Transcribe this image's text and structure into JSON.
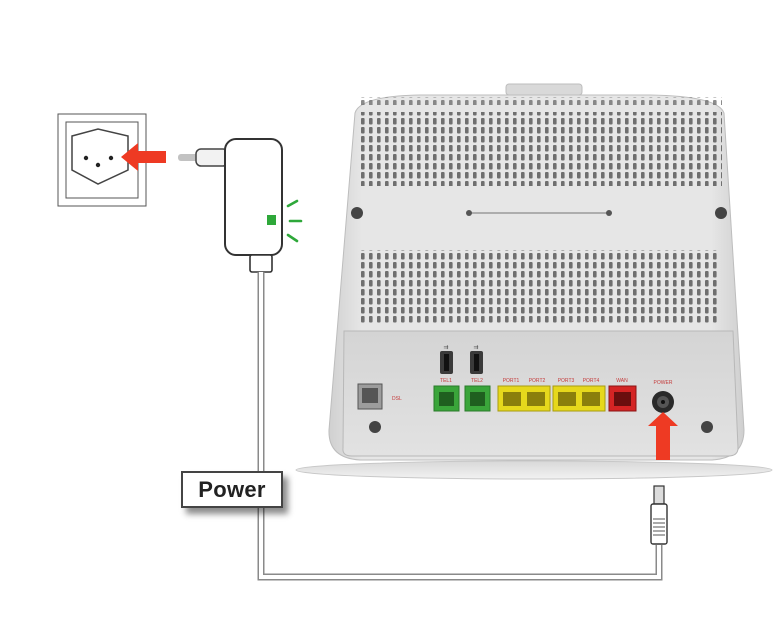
{
  "power_label": "Power",
  "ports": {
    "dsl": "DSL",
    "tel1": "TEL1",
    "tel2": "TEL2",
    "port1": "PORT1",
    "port2": "PORT2",
    "port3": "PORT3",
    "port4": "PORT4",
    "wan": "WAN",
    "power": "POWER"
  },
  "colors": {
    "arrow": "#ee3a23",
    "tel_port": "#3aa53a",
    "lan_port": "#e6d81c",
    "wan_port": "#d42424",
    "led": "#2ea83a",
    "cable": "#8a8a8a"
  },
  "icons": {
    "usb_left": "usb-icon",
    "usb_right": "usb-icon"
  }
}
